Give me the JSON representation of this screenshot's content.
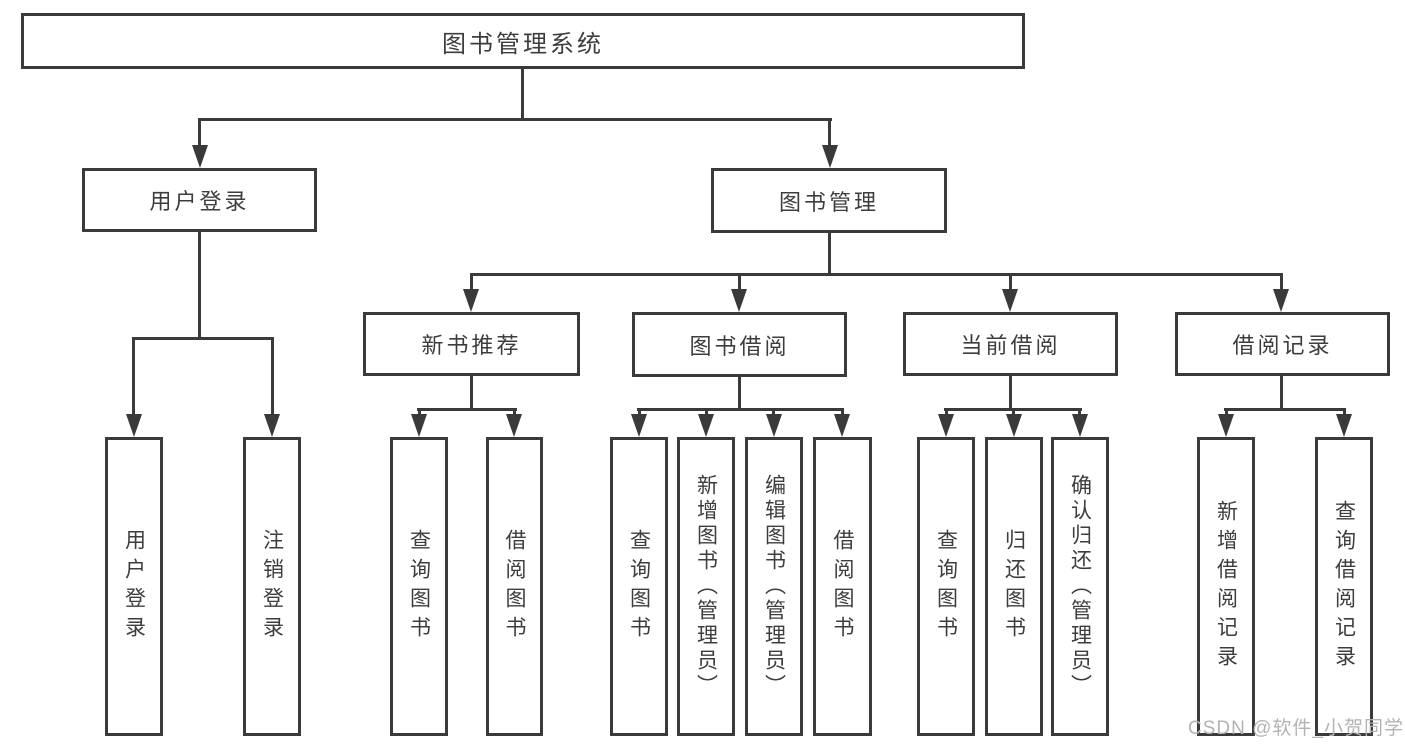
{
  "diagram": {
    "title": "图书管理系统",
    "level2": {
      "user_login": "用户登录",
      "book_mgmt": "图书管理"
    },
    "level3": {
      "new_book_rec": "新书推荐",
      "book_borrow": "图书借阅",
      "current_borrow": "当前借阅",
      "borrow_records": "借阅记录"
    },
    "leaves": {
      "user": [
        "用户登录",
        "注销登录"
      ],
      "recommend": [
        "查询图书",
        "借阅图书"
      ],
      "borrow": [
        "查询图书",
        "新增图书（管理员）",
        "编辑图书（管理员）",
        "借阅图书"
      ],
      "current": [
        "查询图书",
        "归还图书",
        "确认归还（管理员）"
      ],
      "records": [
        "新增借阅记录",
        "查询借阅记录"
      ]
    }
  },
  "watermark": {
    "text": "CSDN @软件_小贺同学"
  },
  "colors": {
    "line": "#3a3a3a",
    "text": "#3d3d3d",
    "box-bg": "#ffffff",
    "watermark": "#b3b3b3"
  }
}
